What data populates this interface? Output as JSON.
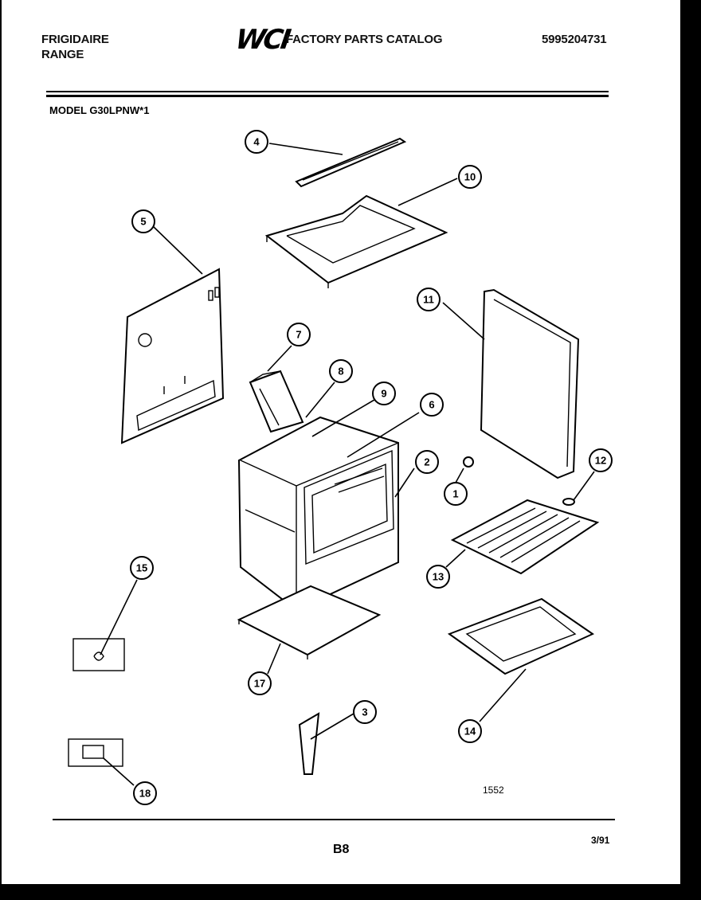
{
  "header": {
    "brand": "FRIGIDAIRE",
    "product": "RANGE",
    "logo": "WCI",
    "catalog_title": "FACTORY PARTS CATALOG",
    "catalog_number": "5995204731"
  },
  "model": "MODEL G30LPNW*1",
  "diagram": {
    "callouts": [
      "1",
      "2",
      "3",
      "4",
      "5",
      "6",
      "7",
      "8",
      "9",
      "10",
      "11",
      "12",
      "13",
      "14",
      "15",
      "17",
      "18"
    ],
    "figure_number": "1552"
  },
  "footer": {
    "page": "B8",
    "date": "3/91"
  }
}
